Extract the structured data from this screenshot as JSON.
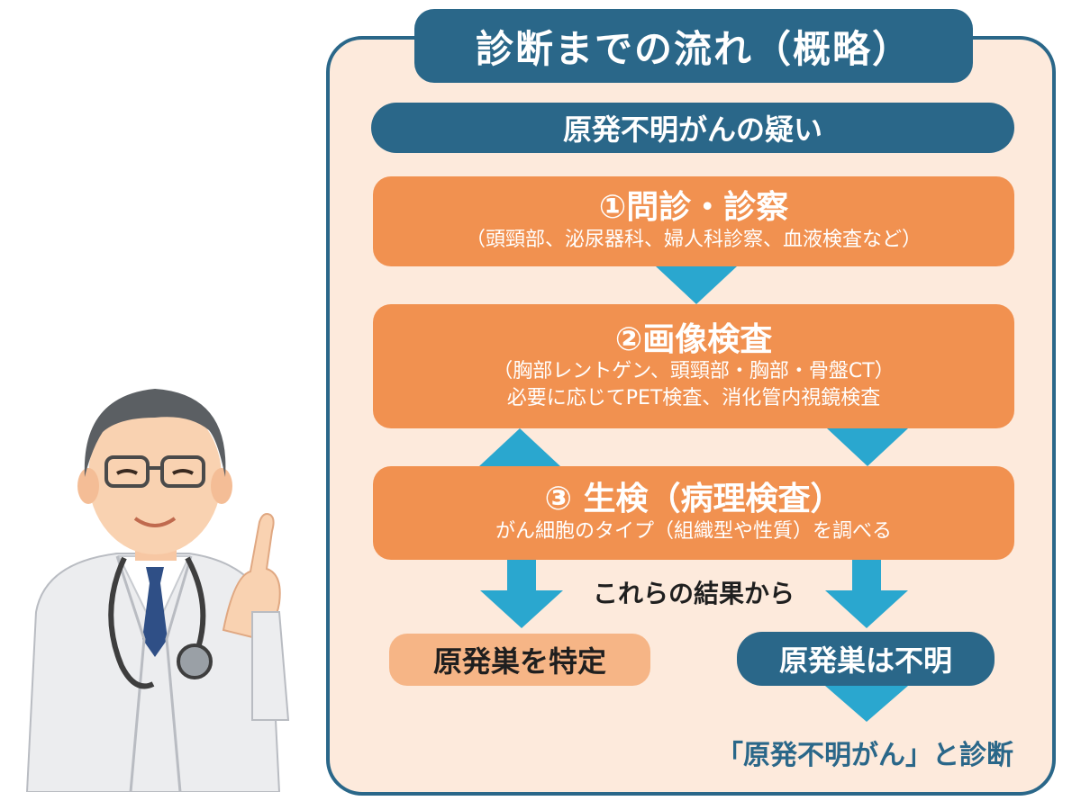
{
  "title": "診断までの流れ（概略）",
  "suspicion": "原発不明がんの疑い",
  "steps": [
    {
      "heading": "①問診・診察",
      "lines": [
        "（頭頸部、泌尿器科、婦人科診察、血液検査など）"
      ]
    },
    {
      "heading": "②画像検査",
      "lines": [
        "（胸部レントゲン、頭頸部・胸部・骨盤CT）",
        "必要に応じてPET検査、消化管内視鏡検査"
      ]
    },
    {
      "heading": "③ 生検（病理検査）",
      "lines": [
        "がん細胞のタイプ（組織型や性質）を調べる"
      ]
    }
  ],
  "from_results": "これらの結果から",
  "outcome_identified": "原発巣を特定",
  "outcome_unknown": "原発巣は不明",
  "final_diagnosis": "「原発不明がん」と診断",
  "colors": {
    "navy": "#2a6789",
    "orange": "#f19150",
    "light_orange": "#f6b586",
    "panel_bg": "#fdeadc",
    "arrow": "#2aa7cf"
  }
}
